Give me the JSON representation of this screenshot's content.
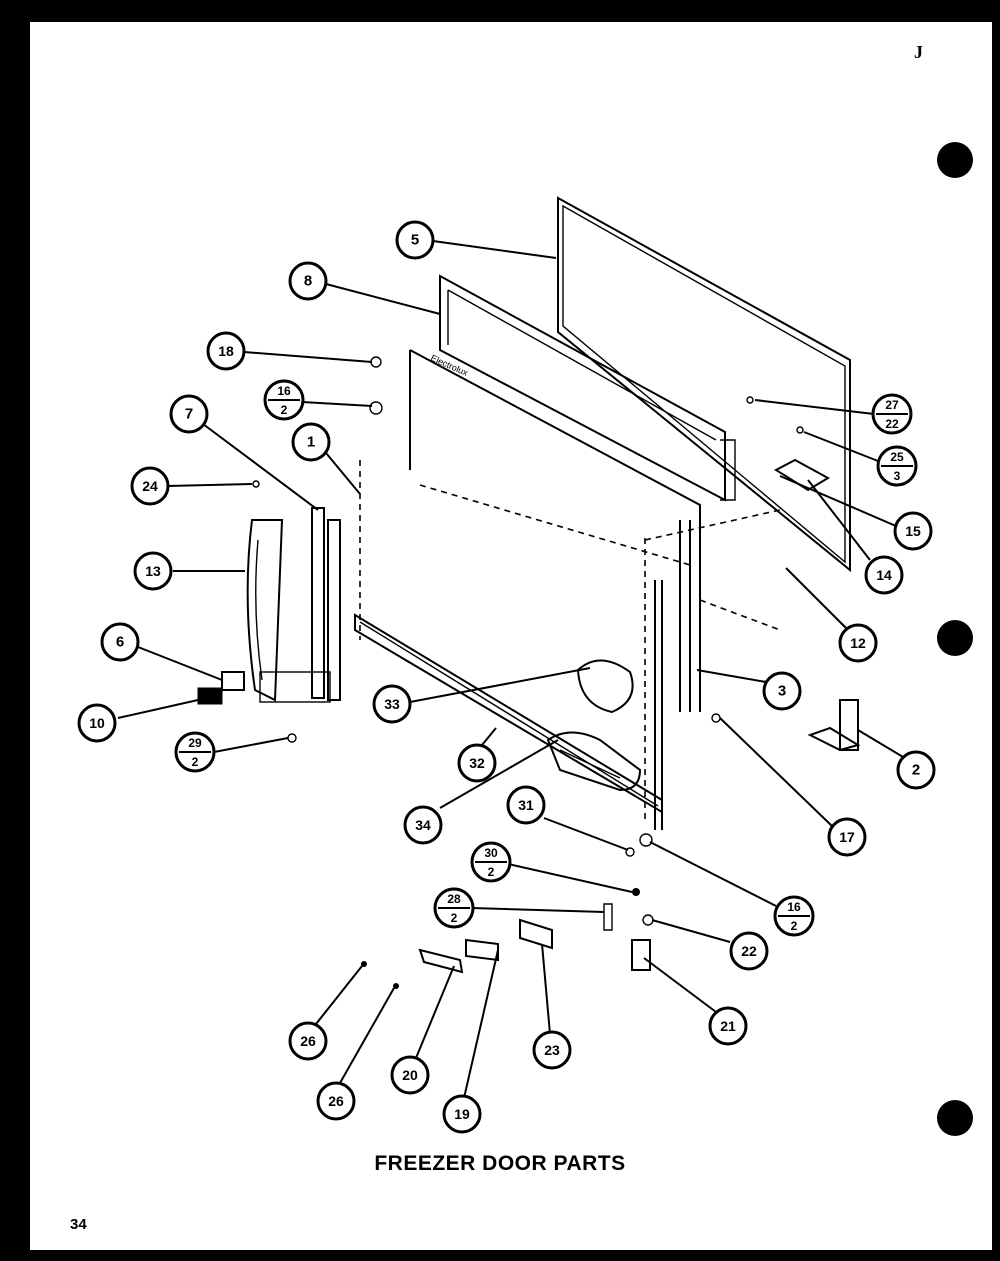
{
  "caption": "FREEZER DOOR PARTS",
  "page_number": "34",
  "corner_mark": "J",
  "callouts": [
    {
      "id": "c5",
      "label": "5"
    },
    {
      "id": "c8",
      "label": "8"
    },
    {
      "id": "c18",
      "label": "18"
    },
    {
      "id": "c16a",
      "top": "16",
      "bottom": "2"
    },
    {
      "id": "c7",
      "label": "7"
    },
    {
      "id": "c1",
      "label": "1"
    },
    {
      "id": "c24",
      "label": "24"
    },
    {
      "id": "c13",
      "label": "13"
    },
    {
      "id": "c6",
      "label": "6"
    },
    {
      "id": "c10",
      "label": "10"
    },
    {
      "id": "c29",
      "top": "29",
      "bottom": "2"
    },
    {
      "id": "c27",
      "top": "27",
      "bottom": "22"
    },
    {
      "id": "c25",
      "top": "25",
      "bottom": "3"
    },
    {
      "id": "c15",
      "label": "15"
    },
    {
      "id": "c14",
      "label": "14"
    },
    {
      "id": "c12",
      "label": "12"
    },
    {
      "id": "c3",
      "label": "3"
    },
    {
      "id": "c2",
      "label": "2"
    },
    {
      "id": "c17",
      "label": "17"
    },
    {
      "id": "c33",
      "label": "33"
    },
    {
      "id": "c32",
      "label": "32"
    },
    {
      "id": "c34",
      "label": "34"
    },
    {
      "id": "c31",
      "label": "31"
    },
    {
      "id": "c30",
      "top": "30",
      "bottom": "2"
    },
    {
      "id": "c28",
      "top": "28",
      "bottom": "2"
    },
    {
      "id": "c16b",
      "top": "16",
      "bottom": "2"
    },
    {
      "id": "c22",
      "label": "22"
    },
    {
      "id": "c21",
      "label": "21"
    },
    {
      "id": "c23",
      "label": "23"
    },
    {
      "id": "c19",
      "label": "19"
    },
    {
      "id": "c20",
      "label": "20"
    },
    {
      "id": "c26a",
      "label": "26"
    },
    {
      "id": "c26b",
      "label": "26"
    }
  ]
}
